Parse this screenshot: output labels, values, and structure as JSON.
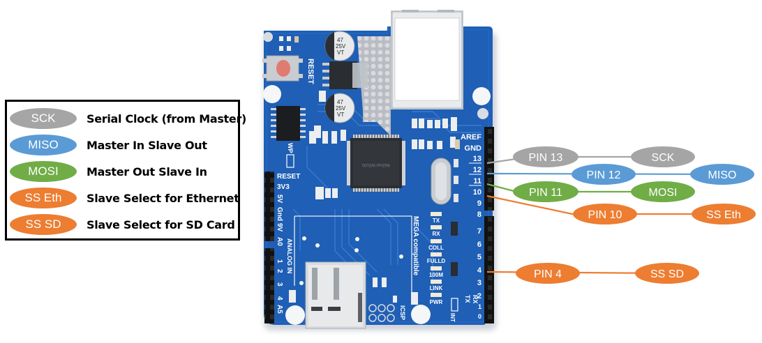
{
  "legend": {
    "items": [
      {
        "key": "SCK",
        "description": "Serial Clock (from Master)",
        "color": "#a5a5a5"
      },
      {
        "key": "MISO",
        "description": "Master In Slave Out",
        "color": "#5b9bd5"
      },
      {
        "key": "MOSI",
        "description": "Master Out Slave In",
        "color": "#70ad47"
      },
      {
        "key": "SS Eth",
        "description": "Slave Select for Ethernet",
        "color": "#ed7d31"
      },
      {
        "key": "SS SD",
        "description": "Slave Select for SD Card",
        "color": "#ed7d31"
      }
    ]
  },
  "connections": [
    {
      "pin": "PIN 13",
      "signal": "SCK",
      "color": "#a5a5a5"
    },
    {
      "pin": "PIN 12",
      "signal": "MISO",
      "color": "#5b9bd5"
    },
    {
      "pin": "PIN 11",
      "signal": "MOSI",
      "color": "#70ad47"
    },
    {
      "pin": "PIN 10",
      "signal": "SS Eth",
      "color": "#ed7d31"
    },
    {
      "pin": "PIN 4",
      "signal": "SS SD",
      "color": "#ed7d31"
    }
  ],
  "board": {
    "reset_label": "RESET",
    "cap_label_1": "47",
    "cap_label_2": "25V",
    "cap_label_3": "VT",
    "wp_label": "WP",
    "power_header": [
      "RESET",
      "3V3",
      "5V",
      "Gnd",
      "9V"
    ],
    "analog_header": [
      "A0",
      "1",
      "2",
      "3",
      "4",
      "A5"
    ],
    "analog_label": "ANALOG IN",
    "mega_label": "MEGA compatible",
    "icsp_label": "ICSP",
    "int_label": "INT",
    "digital_top": [
      "AREF",
      "GND",
      "13",
      "12",
      "11",
      "10",
      "9",
      "8"
    ],
    "digital_bottom": [
      "7",
      "6",
      "5",
      "4",
      "3",
      "2",
      "1",
      "0"
    ],
    "tx_label": "TX",
    "rx_label": "RX",
    "leds": [
      "TX",
      "RX",
      "COLL",
      "FULLD",
      "100M",
      "LINK",
      "PWR"
    ],
    "chip_label": "WIZnet W5100"
  }
}
